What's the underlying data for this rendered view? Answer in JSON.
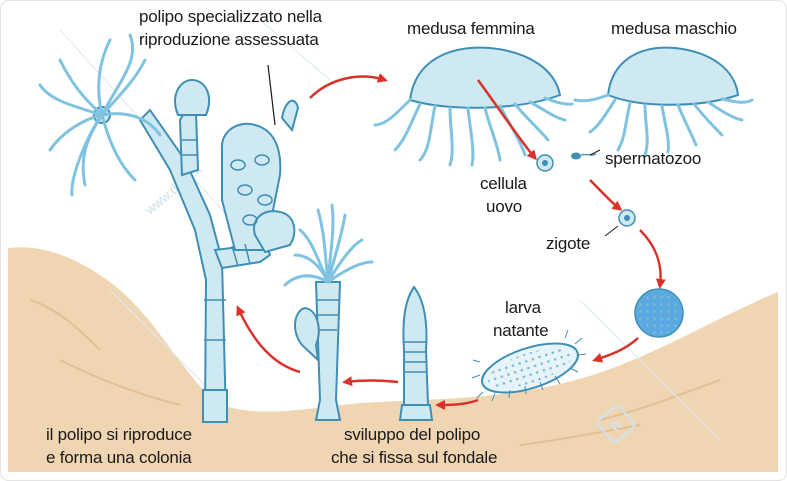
{
  "labels": {
    "polyp_specialized": [
      "polipo specializzato nella",
      "riproduzione assessuata"
    ],
    "female_medusa": "medusa femmina",
    "male_medusa": "medusa maschio",
    "egg_cell": [
      "cellula",
      "uovo"
    ],
    "sperm": "spermatozoo",
    "zygote": "zigote",
    "larva": [
      "larva",
      "natante"
    ],
    "colony": [
      "il polipo si riproduce",
      "e forma una colonia"
    ],
    "polyp_development": [
      "sviluppo del polipo",
      "che si fissa sul fondale"
    ]
  },
  "watermark": "www.docs.it",
  "colors": {
    "organism_fill": "#cfe9f3",
    "organism_stroke": "#3f8fb5",
    "seabed": "#f0d5b3",
    "arrow": "#d8322a",
    "blastula": "#5aa9e0"
  }
}
